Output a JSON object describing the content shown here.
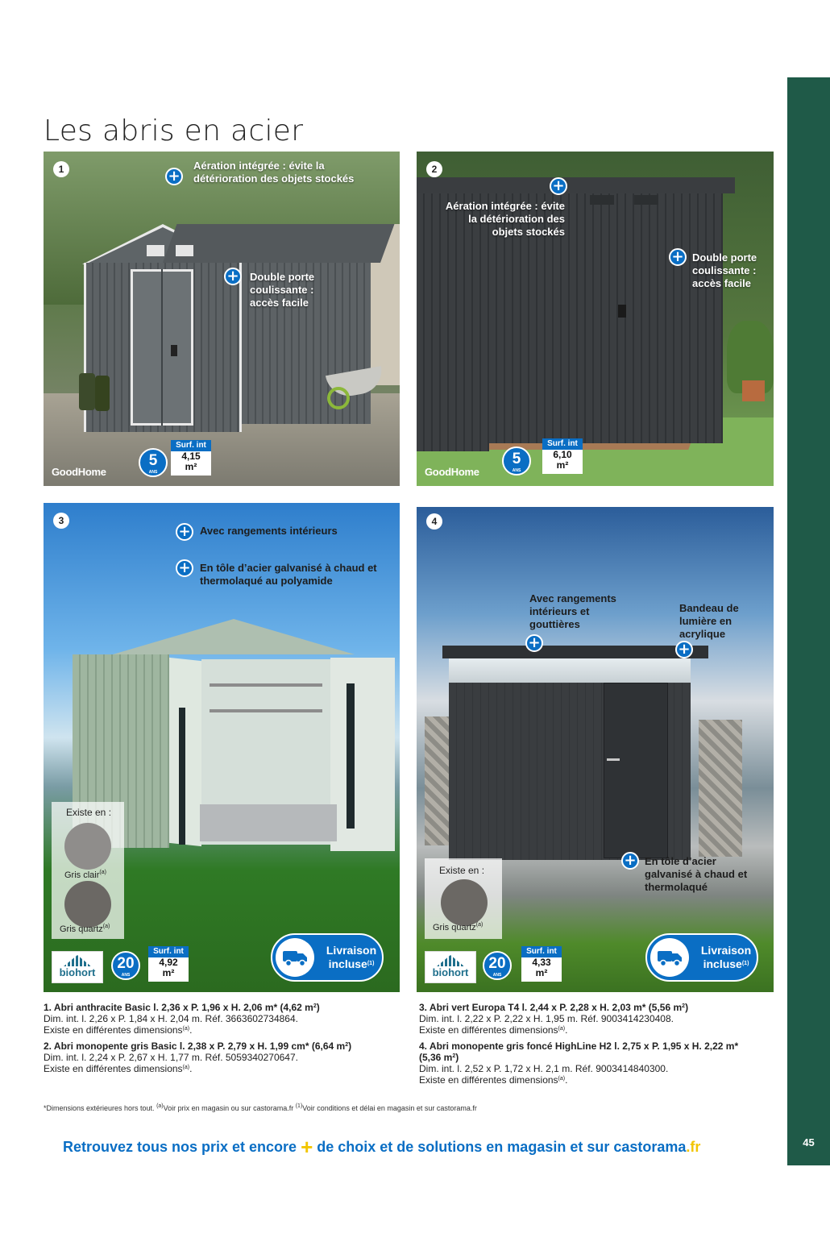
{
  "page": {
    "title": "Les abris en acier",
    "page_number": "45",
    "footnote": "*Dimensions extérieures hors tout. ",
    "footnote_a": "Voir prix en magasin ou sur castorama.fr",
    "footnote_1": "Voir conditions et délai en magasin et sur castorama.fr",
    "banner_part1": "Retrouvez tous nos prix et encore ",
    "banner_plus": "+",
    "banner_part2": " de choix et de solutions en magasin et sur castorama",
    "banner_fr": ".fr"
  },
  "products": [
    {
      "num": "1",
      "callouts": [
        "Aération intégrée : évite la détérioration des objets stockés",
        "Double porte coulissante : accès facile"
      ],
      "brand": "GoodHome",
      "garantie_years": "5",
      "garantie_label": "ANS",
      "surf_label": "Surf. int",
      "surf_value": "4,15",
      "surf_unit": "m²",
      "title": "1. Abri anthracite Basic l. 2,36 x P. 1,96 x H. 2,06 m* (4,62 m",
      "title_sup": "2",
      "title_end": ")",
      "line2": "Dim. int. l. 2,26 x P. 1,84 x H. 2,04 m. Réf. 3663602734864.",
      "line3": "Existe en différentes dimensions",
      "line3_sup": "(a)",
      "line3_end": "."
    },
    {
      "num": "2",
      "callouts": [
        "Aération intégrée : évite la détérioration des objets stockés",
        "Double porte coulissante : accès facile"
      ],
      "brand": "GoodHome",
      "garantie_years": "5",
      "garantie_label": "ANS",
      "surf_label": "Surf. int",
      "surf_value": "6,10",
      "surf_unit": "m²",
      "title": "2. Abri monopente gris Basic l. 2,38 x P. 2,79 x H. 1,99 cm* (6,64 m",
      "title_sup": "2",
      "title_end": ")",
      "line2": "Dim. int. l. 2,24 x P. 2,67 x H. 1,77 m. Réf. 5059340270647.",
      "line3": "Existe en différentes dimensions",
      "line3_sup": "(a)",
      "line3_end": "."
    },
    {
      "num": "3",
      "callouts": [
        "Avec rangements intérieurs",
        "En tôle d’acier galvanisé à chaud et thermolaqué au polyamide"
      ],
      "brand": "biohort",
      "garantie_years": "20",
      "garantie_label": "ANS",
      "surf_label": "Surf. int",
      "surf_value": "4,92",
      "surf_unit": "m²",
      "existe_en": "Existe en :",
      "colors": [
        {
          "name": "Gris clair",
          "sup": "(a)",
          "hex": "#8f8d8b"
        },
        {
          "name": "Gris quartz",
          "sup": "(a)",
          "hex": "#6b6864"
        }
      ],
      "livraison": "Livraison incluse",
      "livraison_sup": "(1)",
      "title": "3. Abri vert Europa T4 l. 2,44 x P. 2,28 x H. 2,03 m* (5,56 m",
      "title_sup": "2",
      "title_end": ")",
      "line2": "Dim. int. l. 2,22 x P. 2,22 x H. 1,95 m. Réf. 9003414230408.",
      "line3": "Existe en différentes dimensions",
      "line3_sup": "(a)",
      "line3_end": "."
    },
    {
      "num": "4",
      "callouts": [
        "Avec rangements intérieurs et gouttières",
        "Bandeau de lumière en acrylique",
        "En tôle d’acier galvanisé à chaud et thermolaqué"
      ],
      "brand": "biohort",
      "garantie_years": "20",
      "garantie_label": "ANS",
      "surf_label": "Surf. int",
      "surf_value": "4,33",
      "surf_unit": "m²",
      "existe_en": "Existe en :",
      "colors": [
        {
          "name": "Gris quartz",
          "sup": "(a)",
          "hex": "#6b6864"
        }
      ],
      "livraison": "Livraison incluse",
      "livraison_sup": "(1)",
      "title": "4. Abri monopente gris foncé HighLine H2 l. 2,75 x P. 1,95 x H. 2,22 m*",
      "title2": "(5,36 m",
      "title_sup": "2",
      "title_end": ")",
      "line2": "Dim. int. l. 2,52 x P. 1,72 x H. 2,1 m. Réf. 9003414840300.",
      "line3": "Existe en différentes dimensions",
      "line3_sup": "(a)",
      "line3_end": "."
    }
  ]
}
